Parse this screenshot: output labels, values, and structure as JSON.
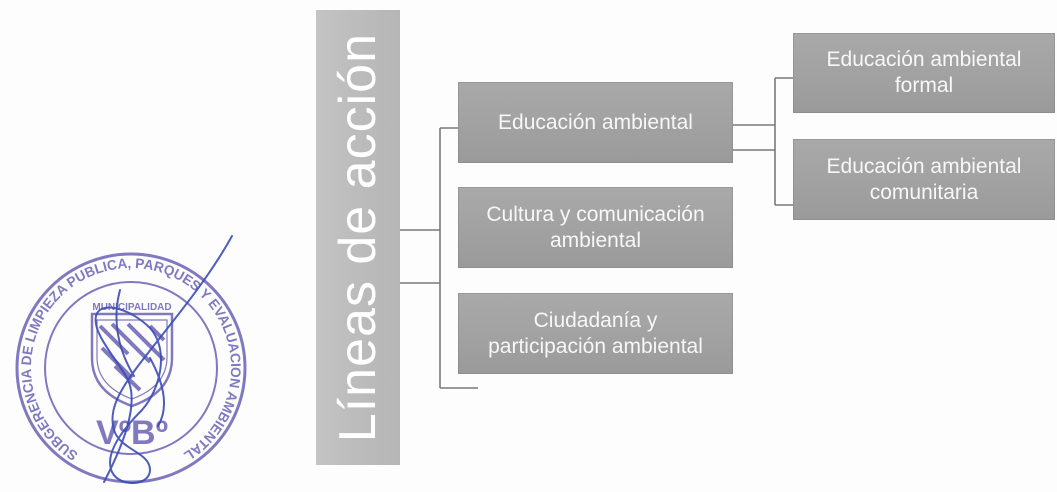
{
  "diagram": {
    "root": {
      "label": "Líneas de acción"
    },
    "children": [
      {
        "lines": [
          "Educación ambiental"
        ],
        "children": [
          {
            "lines": [
              "Educación ambiental",
              "formal"
            ]
          },
          {
            "lines": [
              "Educación ambiental",
              "comunitaria"
            ]
          }
        ]
      },
      {
        "lines": [
          "Cultura y comunicación",
          "ambiental"
        ]
      },
      {
        "lines": [
          "Ciudadanía y",
          "participación ambiental"
        ]
      }
    ]
  },
  "stamp": {
    "ring_text": "SUBGERENCIA DE LIMPIEZA PUBLICA, PARQUES Y EVALUACION AMBIENTAL",
    "inner_text": "MUNICIPALIDAD",
    "approval_text": "VºBº",
    "ink_color": "#6b63b5",
    "signature_color": "#3b4cb4"
  },
  "colors": {
    "bar": "#bdbdbd",
    "box": "#a2a2a2",
    "box_text": "#f7f7f7",
    "connector": "#7a7a7a"
  }
}
